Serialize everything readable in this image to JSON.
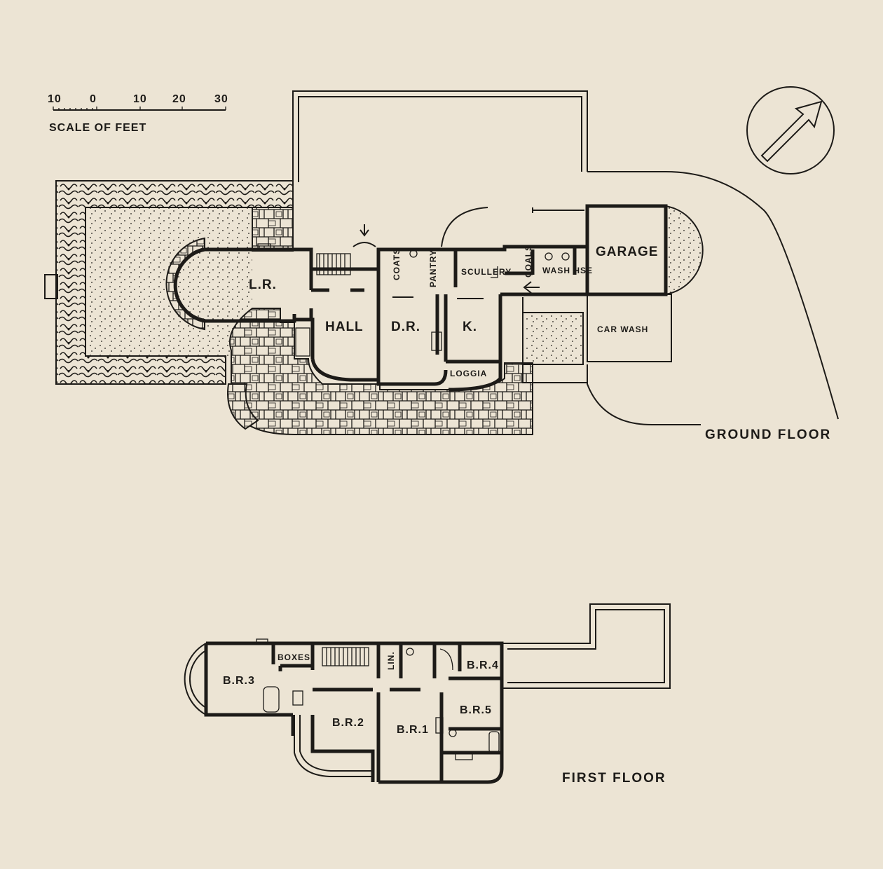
{
  "scale": {
    "ticks": [
      "10",
      "0",
      "10",
      "20",
      "30"
    ],
    "caption": "SCALE OF FEET"
  },
  "north_arrow": "north-arrow-icon",
  "ground_floor": {
    "title": "GROUND FLOOR",
    "rooms": {
      "living_room": "L.R.",
      "hall": "HALL",
      "dining_room": "D.R.",
      "kitchen": "K.",
      "coats": "COATS",
      "pantry": "PANTRY",
      "scullery": "SCULLERY",
      "coals": "COALS",
      "wash_house": "WASH HSE",
      "garage": "GARAGE",
      "car_wash": "CAR WASH",
      "loggia": "LOGGIA"
    }
  },
  "first_floor": {
    "title": "FIRST FLOOR",
    "rooms": {
      "br3": "B.R.3",
      "boxes": "BOXES",
      "linen": "LIN.",
      "br4": "B.R.4",
      "br2": "B.R.2",
      "br1": "B.R.1",
      "br5": "B.R.5"
    }
  },
  "colors": {
    "paper": "#ece4d4",
    "ink": "#1d1b18"
  }
}
